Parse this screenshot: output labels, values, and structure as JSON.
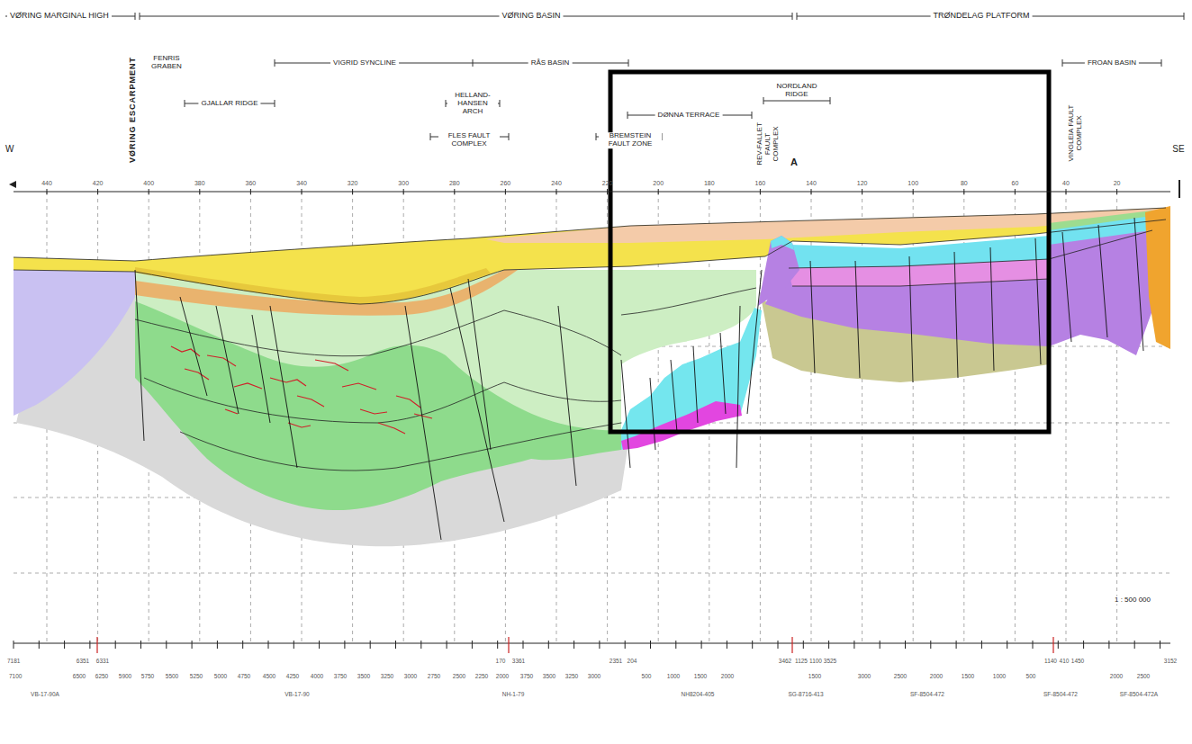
{
  "diagram": {
    "labels": [
      "VØRING MARGINAL HIGH",
      "VØRING BASIN",
      "TRØNDELAG PLATFORM",
      "VØRING ESCARPMENT",
      "FENRIS GRABEN",
      "VIGRID SYNCLINE",
      "RÅS BASIN",
      "FROAN BASIN",
      "GJALLAR RIDGE",
      "HELLAND-HANSEN ARCH",
      "DØNNA TERRACE",
      "NORDLAND RIDGE",
      "FLES FAULT COMPLEX",
      "BREMSTEIN FAULT ZONE",
      "REV-FALLET FAULT COMPLEX",
      "VINGLEIA FAULT COMPLEX",
      "A",
      "W",
      "SE",
      "1 : 500 000",
      "440",
      "420",
      "400",
      "380",
      "360",
      "340",
      "320",
      "300",
      "280",
      "260",
      "240",
      "220",
      "200",
      "180",
      "160",
      "140",
      "120",
      "100",
      "80",
      "60",
      "40",
      "20",
      "7181",
      "6351",
      "6331",
      "170",
      "3361",
      "2351",
      "204",
      "3462",
      "1125",
      "1100",
      "3525",
      "1140",
      "410",
      "1450",
      "3152",
      "7100",
      "6500",
      "6250",
      "5900",
      "5750",
      "5500",
      "5250",
      "5000",
      "4750",
      "4500",
      "4250",
      "4000",
      "3750",
      "3500",
      "3250",
      "3000",
      "2750",
      "2500",
      "2250",
      "2000",
      "3750",
      "3500",
      "3250",
      "3000",
      "500",
      "1000",
      "1500",
      "2000",
      "1500",
      "3000",
      "2500",
      "2000",
      "1500",
      "1000",
      "500",
      "2000",
      "2500",
      "VB-17-90A",
      "VB-17-90",
      "NH-1-79",
      "NH8204-405",
      "SG-8716-413",
      "SF-8504-472",
      "SF-8504-472",
      "SF-8504-472A"
    ]
  }
}
